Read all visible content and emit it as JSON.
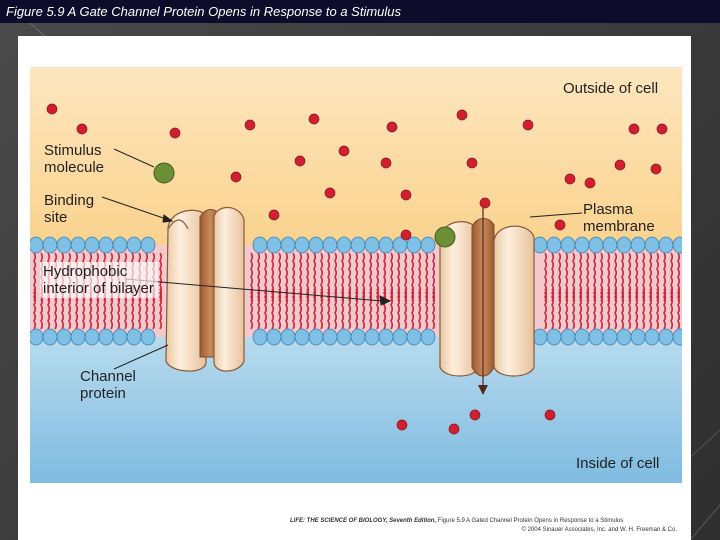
{
  "slide": {
    "title": "Figure 5.9  A Gate Channel Protein Opens in Response to a Stimulus"
  },
  "figure": {
    "labels": {
      "outside": "Outside of cell",
      "inside": "Inside of cell",
      "stimulus": "Stimulus molecule",
      "binding": "Binding site",
      "plasma": "Plasma membrane",
      "hydrophobic": "Hydrophobic interior of bilayer",
      "channel": "Channel protein"
    },
    "caption": {
      "source": "LIFE: THE SCIENCE OF BIOLOGY, Seventh Edition,",
      "text": "Figure 5.9  A Gated Channel Protein Opens in Response to a Stimulus",
      "copyright": "© 2004 Sinauer Associates, Inc. and W. H. Freeman & Co."
    },
    "colors": {
      "outside_top": "#fde6bf",
      "outside_bottom": "#f9cf85",
      "inside_top": "#c7e4f1",
      "inside_bottom": "#7fbbe0",
      "phospholipid_head": "#7fc0e6",
      "lipid_tail": "#c8283a",
      "ion": "#d01f2e",
      "stimulus_molecule": "#6b8e37",
      "protein_body": "#f9e2c4",
      "protein_edge": "#a76a40"
    }
  }
}
